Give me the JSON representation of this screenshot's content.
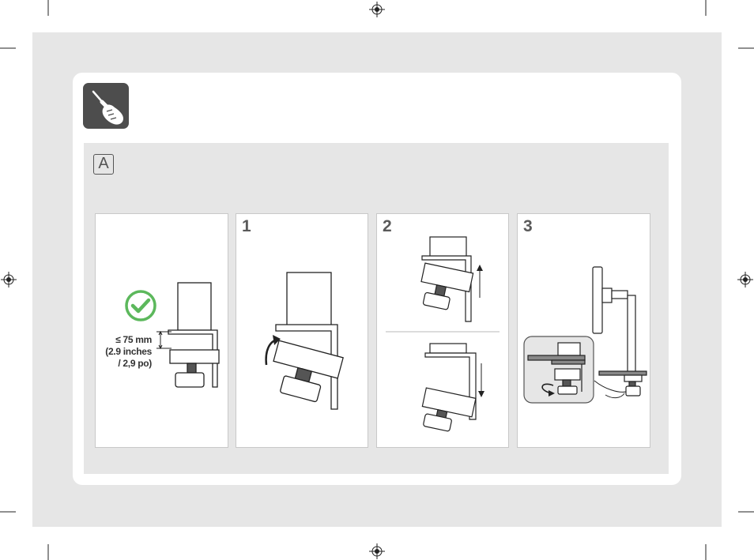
{
  "section": {
    "letter": "A"
  },
  "icons": {
    "tool": "screwdriver-hand-icon",
    "check": "checkmark-circle-icon",
    "registration": "registration-mark-icon"
  },
  "panels": [
    {
      "step": "",
      "spec": {
        "line1": "≤ 75 mm",
        "line2": "(2.9 inches",
        "line3": "/ 2,9 po)"
      }
    },
    {
      "step": "1"
    },
    {
      "step": "2"
    },
    {
      "step": "3"
    }
  ],
  "colors": {
    "check_green": "#5cb85c",
    "badge": "#4d4d4d",
    "panel_bg": "#e6e6e6"
  }
}
